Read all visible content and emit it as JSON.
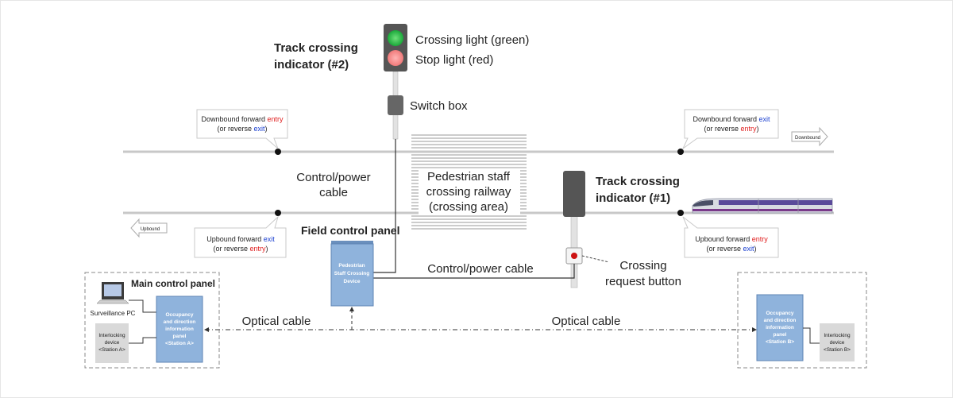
{
  "indicator2": {
    "title_line1": "Track crossing",
    "title_line2": "indicator (#2)"
  },
  "lights": {
    "green": "Crossing light (green)",
    "red": "Stop light (red)"
  },
  "switch_box": "Switch box",
  "indicator1": {
    "title_line1": "Track crossing",
    "title_line2": "indicator (#1)"
  },
  "control_power_cable": {
    "line1": "Control/power",
    "line2": "cable"
  },
  "control_power_cable_h": "Control/power cable",
  "crossing_area": {
    "line1": "Pedestrian staff",
    "line2": "crossing railway",
    "line3": "(crossing area)"
  },
  "field_control_panel": "Field control panel",
  "ped_device": {
    "line1": "Pedestrian",
    "line2": "Staff  Crossing",
    "line3": "Device"
  },
  "crossing_request": {
    "line1": "Crossing",
    "line2": "request button"
  },
  "main_control_panel": "Main control panel",
  "surveillance_pc": "Surveillance PC",
  "optical_cable_left": "Optical cable",
  "optical_cable_right": "Optical cable",
  "occ_panel_a": {
    "l1": "Occupancy",
    "l2": "and direction",
    "l3": "information",
    "l4": "panel",
    "l5": "<Station A>"
  },
  "occ_panel_b": {
    "l1": "Occupancy",
    "l2": "and direction",
    "l3": "information",
    "l4": "panel",
    "l5": "<Station B>"
  },
  "interlock_a": {
    "l1": "Interlocking",
    "l2": "device",
    "l3": "<Station A>"
  },
  "interlock_b": {
    "l1": "Interlocking",
    "l2": "device",
    "l3": "<Station B>"
  },
  "callout_tl": {
    "line1_a": "Downbound forward ",
    "line1_b": "entry",
    "line2_a": "(or reverse ",
    "line2_b": "exit",
    "line2_c": ")"
  },
  "callout_tr": {
    "line1_a": "Downbound forward ",
    "line1_b": "exit",
    "line2_a": "(or reverse ",
    "line2_b": "entry",
    "line2_c": ")"
  },
  "callout_bl": {
    "line1_a": "Upbound forward ",
    "line1_b": "exit",
    "line2_a": "(or reverse ",
    "line2_b": "entry",
    "line2_c": ")"
  },
  "callout_br": {
    "line1_a": "Upbound forward ",
    "line1_b": "entry",
    "line2_a": "(or reverse ",
    "line2_b": "exit",
    "line2_c": ")"
  },
  "downbound_label": "Downbound",
  "upbound_label": "Upbound",
  "colors": {
    "panel_blue": "#8fb3dc",
    "track_gray": "#c8c8c8",
    "entry_red": "#e02020",
    "exit_blue": "#1a3fd0"
  }
}
